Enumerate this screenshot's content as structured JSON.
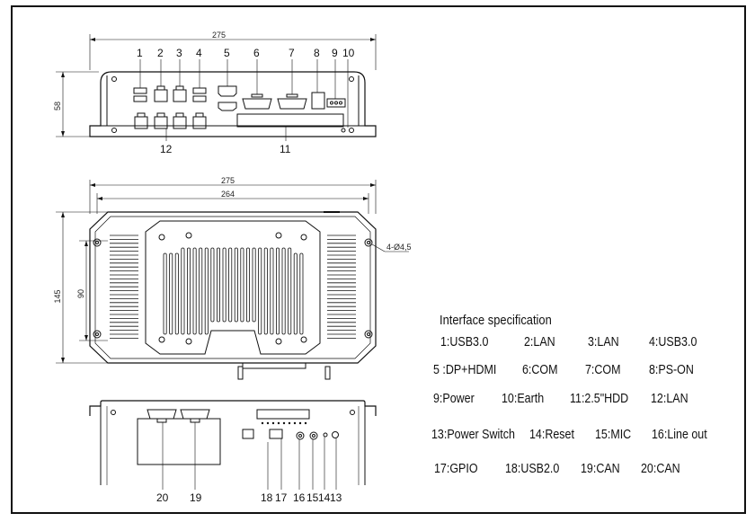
{
  "dimensions": {
    "front_width": "275",
    "front_height": "58",
    "top_width_outer": "275",
    "top_width_inner": "264",
    "top_height_outer": "145",
    "top_height_inner": "90",
    "hole_spec": "4-Ø4,5"
  },
  "front_callouts": [
    "1",
    "2",
    "3",
    "4",
    "5",
    "6",
    "7",
    "8",
    "9",
    "10",
    "12",
    "11"
  ],
  "rear_callouts": [
    "20",
    "19",
    "18",
    "17",
    "16",
    "15",
    "14",
    "13"
  ],
  "spec": {
    "title": "Interface specification",
    "items": [
      "1:USB3.0",
      "2:LAN",
      "3:LAN",
      "4:USB3.0",
      "5 :DP+HDMI",
      "6:COM",
      "7:COM",
      "8:PS-ON",
      "9:Power",
      "10:Earth",
      "11:2.5\"HDD",
      "12:LAN",
      "13:Power Switch",
      "14:Reset",
      "15:MIC",
      "16:Line out",
      "17:GPIO",
      "18:USB2.0",
      "19:CAN",
      "20:CAN"
    ]
  },
  "colors": {
    "line": "#111111",
    "background": "#ffffff"
  }
}
